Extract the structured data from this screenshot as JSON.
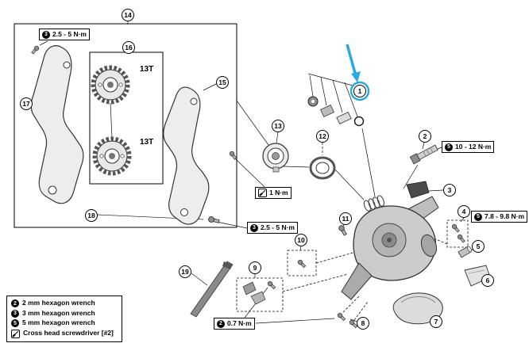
{
  "diagram": {
    "part_numbers": {
      "c1": "1",
      "c2": "2",
      "c3": "3",
      "c4": "4",
      "c5": "5",
      "c6": "6",
      "c7": "7",
      "c8": "8",
      "c9": "9",
      "c10": "10",
      "c11": "11",
      "c12": "12",
      "c13": "13",
      "c14": "14",
      "c15": "15",
      "c16": "16",
      "c17": "17",
      "c18": "18",
      "c19": "19"
    },
    "part_labels": {
      "pulley_top": "13T",
      "pulley_bottom": "13T"
    },
    "torque": {
      "plate_screw": {
        "badge": "3",
        "text": "2.5 - 5 N·m"
      },
      "cover_screw": {
        "tool": "cross-head-screwdriver",
        "text": "1 N·m"
      },
      "cage_screw": {
        "badge": "3",
        "text": "2.5 - 5 N·m"
      },
      "mount_bolt": {
        "badge": "5",
        "text": "10 - 12 N·m"
      },
      "bracket_bolts": {
        "badge": "5",
        "text": "7.8 - 9.8 N·m"
      },
      "small_screws": {
        "badge": "2",
        "text": "0.7 N·m"
      }
    }
  },
  "legend": {
    "items": [
      {
        "badge": "2",
        "text": "2 mm hexagon wrench"
      },
      {
        "badge": "3",
        "text": "3 mm hexagon wrench"
      },
      {
        "badge": "5",
        "text": "5 mm hexagon wrench"
      },
      {
        "icon": "cross-head-screwdriver",
        "text": "Cross head screwdriver [#2]"
      }
    ]
  },
  "colors": {
    "highlight": "#29abe2",
    "line": "#000000"
  }
}
